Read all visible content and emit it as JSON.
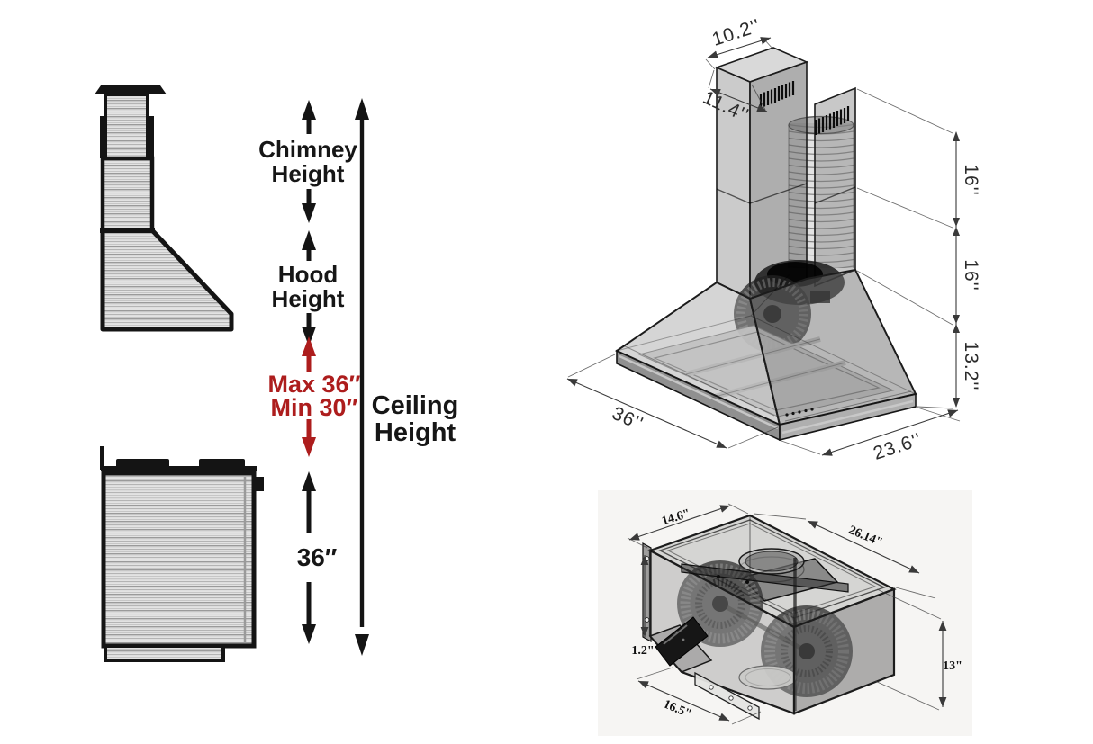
{
  "colors": {
    "accent_red": "#ad1d1d",
    "ink": "#161616",
    "dim_line": "#3a3a3a"
  },
  "installation_diagram": {
    "chimney_height": {
      "l1": "Chimney",
      "l2": "Height"
    },
    "hood_height": {
      "l1": "Hood",
      "l2": "Height"
    },
    "mount_clearance": {
      "l1": "Max 36″",
      "l2": "Min 30″"
    },
    "ceiling_height": {
      "l1": "Ceiling",
      "l2": "Height"
    },
    "counter_clearance": "36″"
  },
  "hood_dimensions": {
    "chimney_top_width": "10.2''",
    "chimney_top_depth": "11.4''",
    "upper_chimney_height": "16''",
    "lower_chimney_height": "16''",
    "hood_body_height": "13.2''",
    "hood_width": "36''",
    "hood_depth": "23.6''"
  },
  "blower_dimensions": {
    "top_depth": "14.6\"",
    "top_width": "26.14\"",
    "flange": "1.2\"",
    "bottom_depth": "16.5\"",
    "height": "13\""
  }
}
